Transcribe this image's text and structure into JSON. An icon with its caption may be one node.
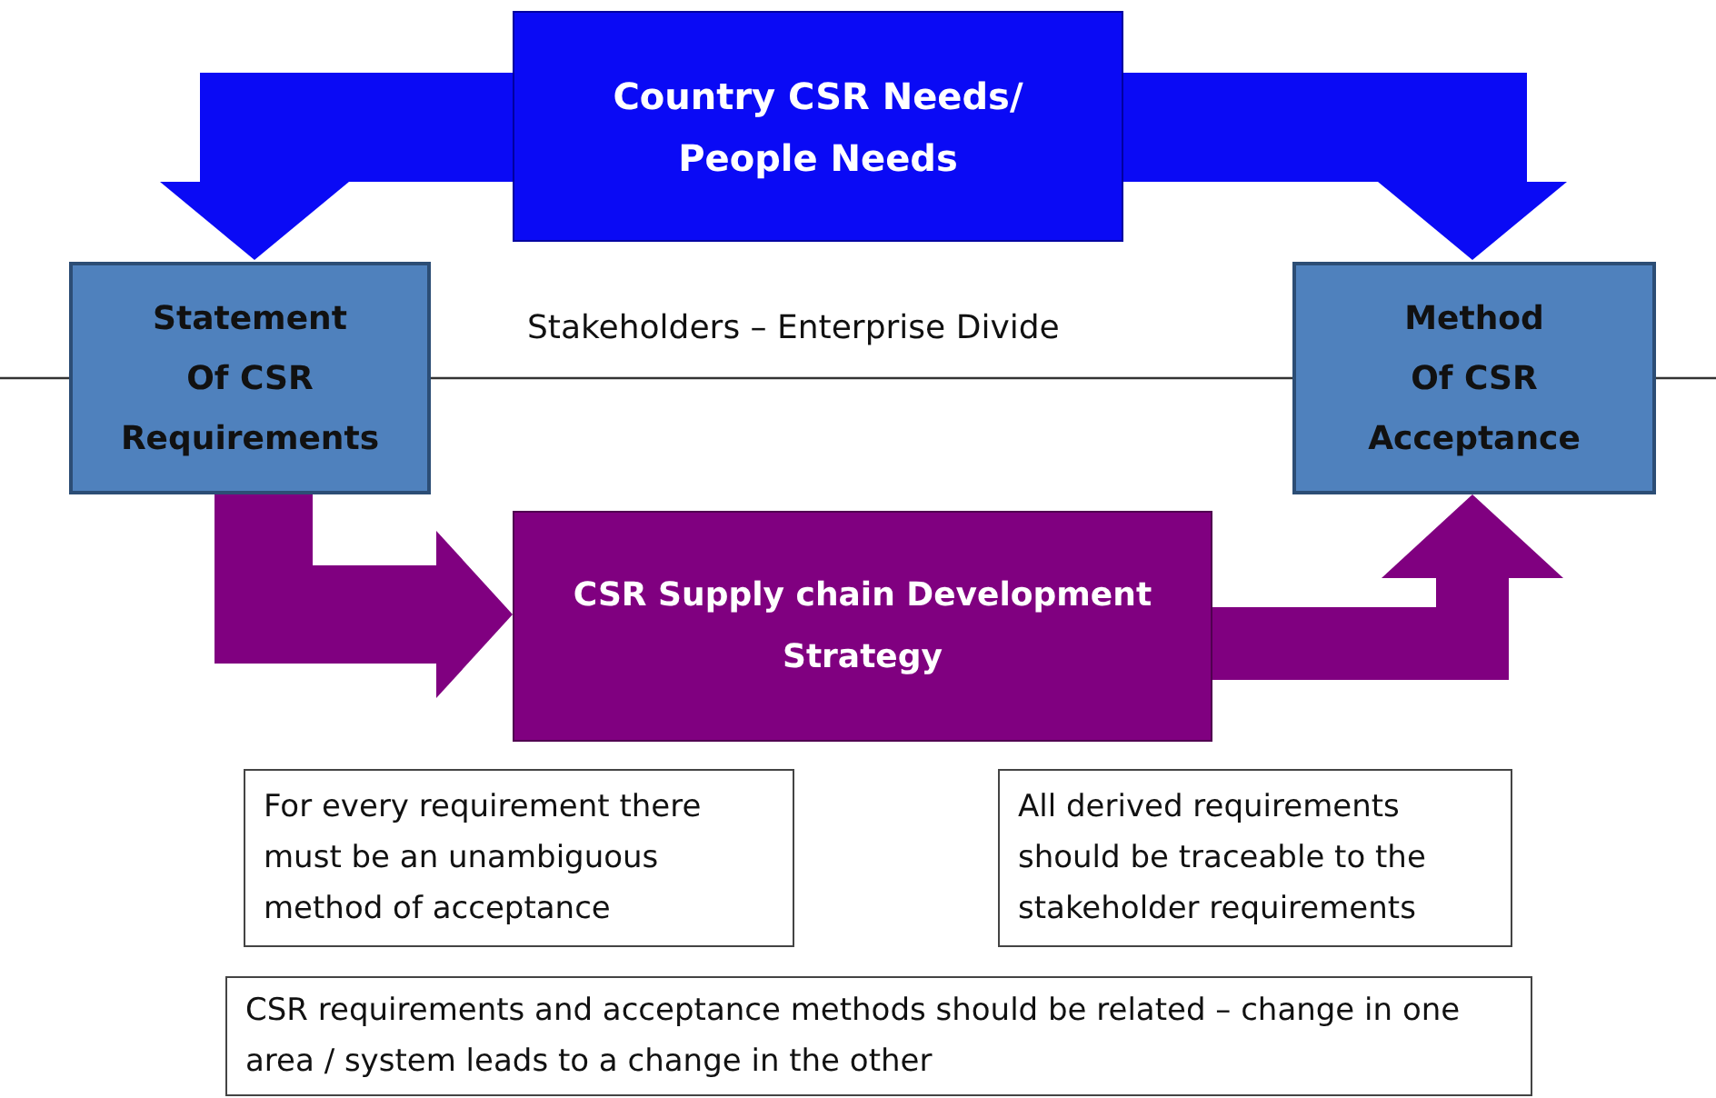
{
  "diagram": {
    "nodes": [
      {
        "text": [
          "Country  CSR Needs/ People Needs"
        ]
      },
      {
        "text": [
          "Statement Of CSR Requirements"
        ]
      },
      {
        "text": [
          "Method Of CSR Acceptance"
        ]
      },
      {
        "text": [
          "CSR Supply chain Development Strategy"
        ]
      },
      {
        "text": [
          "For every requirement there must be an unambiguous method of acceptance"
        ]
      },
      {
        "text": [
          "All derived requirements should be traceable to the stakeholder requirements"
        ]
      },
      {
        "text": [
          "CSR requirements and acceptance methods should be related – change in  one area / system leads to a change in the other"
        ]
      }
    ],
    "edges": [
      {
        "from": 0,
        "to": 1,
        "arrow": "to",
        "color": "#0a0af5"
      },
      {
        "from": 0,
        "to": 2,
        "arrow": "to",
        "color": "#0a0af5"
      },
      {
        "from": 1,
        "to": 3,
        "arrow": "to",
        "color": "#800080"
      },
      {
        "from": 3,
        "to": 2,
        "arrow": "to",
        "color": "#800080"
      }
    ],
    "labels": [
      "Stakeholders – Enterprise Divide"
    ]
  }
}
